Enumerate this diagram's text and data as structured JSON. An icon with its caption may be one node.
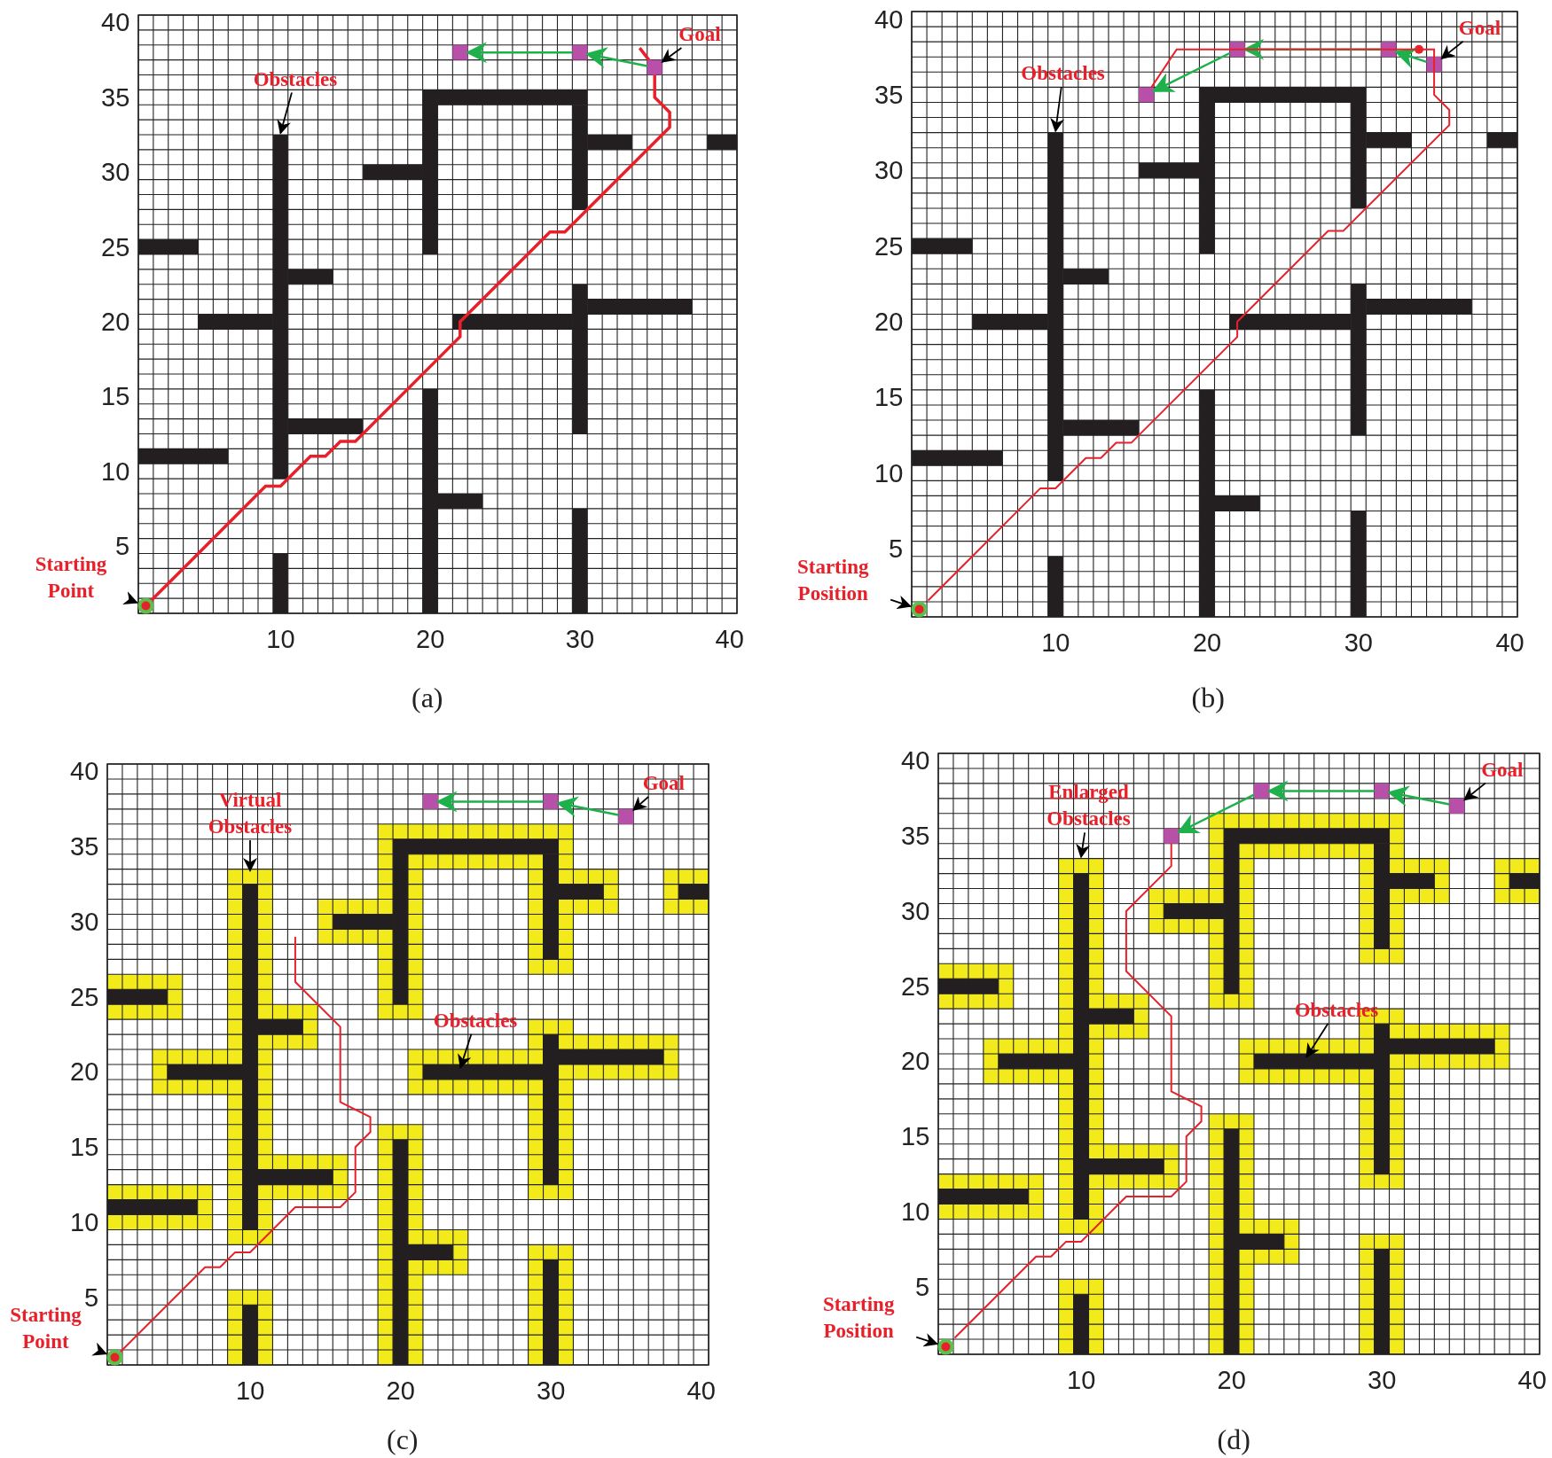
{
  "diagram": {
    "nodes": [
      {
        "text": [
          "Obstacles"
        ]
      },
      {
        "text": [
          "Goal"
        ]
      },
      {
        "text": [],
        "shape": "box"
      },
      {
        "text": [],
        "shape": "box"
      },
      {
        "text": [],
        "shape": "box"
      },
      {
        "text": [
          "Starting Point"
        ]
      },
      {
        "text": [],
        "shape": "circle"
      },
      {
        "text": [
          "Obstacles"
        ]
      },
      {
        "text": [
          "Goal"
        ]
      },
      {
        "text": [],
        "shape": "box"
      },
      {
        "text": [],
        "shape": "box"
      },
      {
        "text": [],
        "shape": "box"
      },
      {
        "text": [],
        "shape": "box"
      },
      {
        "text": [
          "Starting Position"
        ]
      },
      {
        "text": [],
        "shape": "circle"
      },
      {
        "text": [
          "Virtual Obstacles"
        ]
      },
      {
        "text": [
          "Goal"
        ]
      },
      {
        "text": [],
        "shape": "box"
      },
      {
        "text": [],
        "shape": "box"
      },
      {
        "text": [],
        "shape": "box"
      },
      {
        "text": [
          "Obstacles"
        ]
      },
      {
        "text": [
          "Starting Point"
        ]
      },
      {
        "text": [],
        "shape": "circle"
      },
      {
        "text": [
          "Enlarged Obstacles"
        ]
      },
      {
        "text": [
          "Goal"
        ]
      },
      {
        "text": [],
        "shape": "box"
      },
      {
        "text": [],
        "shape": "box"
      },
      {
        "text": [],
        "shape": "box"
      },
      {
        "text": [],
        "shape": "box"
      },
      {
        "text": [
          "Obstacles"
        ]
      },
      {
        "text": [
          "Starting Position"
        ]
      },
      {
        "text": [],
        "shape": "circle"
      }
    ],
    "edges": [
      {
        "from": 0,
        "to": null,
        "arrow": "to"
      },
      {
        "from": 1,
        "to": 4,
        "arrow": "to"
      },
      {
        "from": 4,
        "to": 3,
        "arrow": "to",
        "color": "#1db04b"
      },
      {
        "from": 3,
        "to": 2,
        "arrow": "to",
        "color": "#1db04b"
      },
      {
        "from": 5,
        "to": 6,
        "arrow": "to"
      },
      {
        "from": 7,
        "to": null,
        "arrow": "to"
      },
      {
        "from": 8,
        "to": 12,
        "arrow": "to"
      },
      {
        "from": 12,
        "to": 11,
        "arrow": "to",
        "color": "#1db04b"
      },
      {
        "from": 11,
        "to": 10,
        "arrow": "to",
        "color": "#1db04b"
      },
      {
        "from": 10,
        "to": 9,
        "arrow": "to",
        "color": "#1db04b"
      },
      {
        "from": 13,
        "to": 14,
        "arrow": "to"
      },
      {
        "from": 15,
        "to": null,
        "arrow": "to"
      },
      {
        "from": 16,
        "to": 19,
        "arrow": "to"
      },
      {
        "from": 19,
        "to": 18,
        "arrow": "to",
        "color": "#1db04b"
      },
      {
        "from": 18,
        "to": 17,
        "arrow": "to",
        "color": "#1db04b"
      },
      {
        "from": 20,
        "to": null,
        "arrow": "to"
      },
      {
        "from": 21,
        "to": 22,
        "arrow": "to"
      },
      {
        "from": 23,
        "to": null,
        "arrow": "to"
      },
      {
        "from": 24,
        "to": 28,
        "arrow": "to"
      },
      {
        "from": 28,
        "to": 27,
        "arrow": "to",
        "color": "#1db04b"
      },
      {
        "from": 27,
        "to": 26,
        "arrow": "to",
        "color": "#1db04b"
      },
      {
        "from": 26,
        "to": 25,
        "arrow": "to",
        "color": "#1db04b"
      },
      {
        "from": 29,
        "to": null,
        "arrow": "to"
      },
      {
        "from": 30,
        "to": 31,
        "arrow": "to"
      },
      {
        "from": 14,
        "to": 9,
        "arrow": "none",
        "color": "#e8202a"
      },
      {
        "from": 31,
        "to": 25,
        "arrow": "none",
        "color": "#e8202a"
      }
    ],
    "labels": [
      "40",
      "35",
      "30",
      "25",
      "20",
      "15",
      "10",
      "5",
      "10",
      "20",
      "30",
      "40",
      "(a)",
      "40",
      "35",
      "30",
      "25",
      "20",
      "15",
      "10",
      "5",
      "10",
      "20",
      "30",
      "40",
      "(b)",
      "40",
      "35",
      "30",
      "25",
      "20",
      "15",
      "10",
      "5",
      "10",
      "20",
      "30",
      "40",
      "(c)",
      "40",
      "35",
      "30",
      "25",
      "20",
      "15",
      "10",
      "5",
      "10",
      "20",
      "30",
      "40",
      "(d)"
    ]
  }
}
